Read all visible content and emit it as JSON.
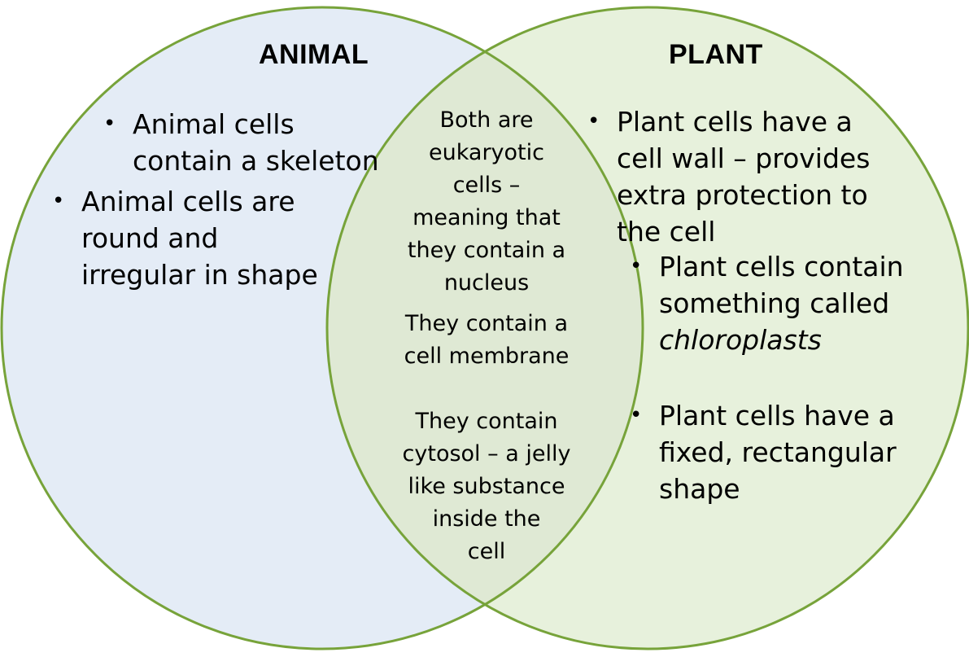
{
  "colors": {
    "animal_fill": "#e4ecf6",
    "plant_fill": "#e7f1dc",
    "overlap_fill": "#dfe9d4",
    "circle_stroke": "#77a33a",
    "overlap_stroke": "#b7d19a"
  },
  "animal": {
    "title": "ANIMAL",
    "bullets": [
      [
        "Animal cells",
        "contain a skeleton"
      ],
      [
        "Animal cells are",
        "round and",
        "irregular in shape"
      ]
    ]
  },
  "plant": {
    "title": "PLANT",
    "bullets": [
      [
        "Plant cells have a",
        "cell wall – provides",
        "extra protection to",
        "the cell"
      ],
      [
        "Plant cells contain",
        "something called",
        "chloroplasts"
      ],
      [
        "Plant cells have a",
        "fixed, rectangular",
        "shape"
      ]
    ]
  },
  "both": {
    "paragraphs": [
      [
        "Both are",
        "eukaryotic",
        "cells –",
        "meaning that",
        "they contain a",
        "nucleus"
      ],
      [
        "They contain a",
        "cell membrane"
      ],
      [
        "They contain",
        "cytosol – a jelly",
        "like substance",
        "inside the",
        "cell"
      ]
    ]
  },
  "bullet_symbol": "•"
}
